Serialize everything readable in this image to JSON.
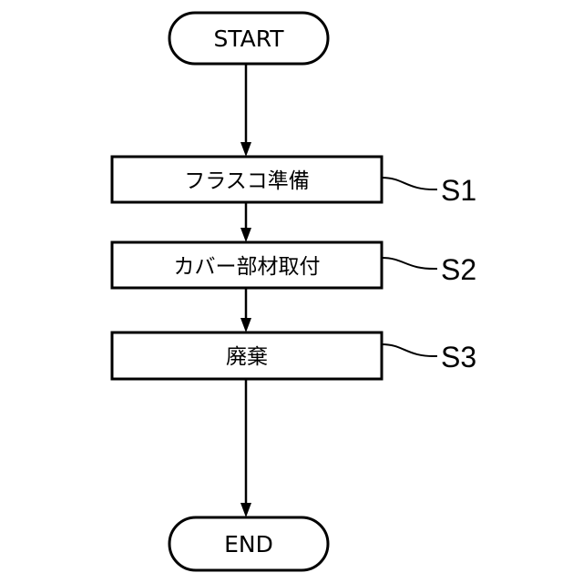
{
  "flowchart": {
    "start": {
      "label": "START"
    },
    "steps": [
      {
        "label": "フラスコ準備",
        "ref": "S1"
      },
      {
        "label": "カバー部材取付",
        "ref": "S2"
      },
      {
        "label": "廃棄",
        "ref": "S3"
      }
    ],
    "end": {
      "label": "END"
    }
  }
}
